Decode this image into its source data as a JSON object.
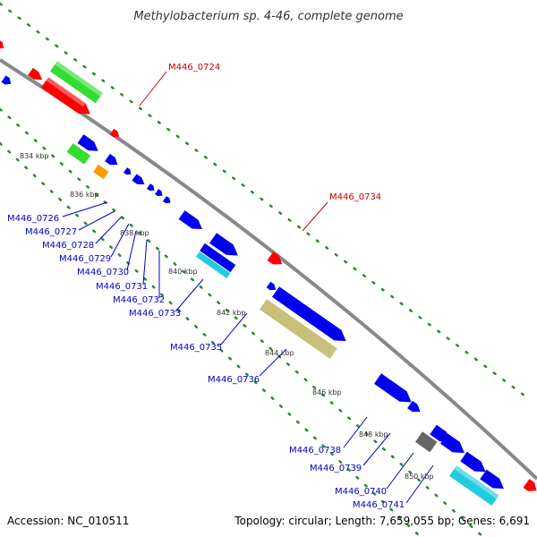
{
  "title": "Methylobacterium sp. 4-46, complete genome",
  "accession_text": "Accession: NC_010511",
  "topology_text": "Topology: circular; Length: 7,659,055 bp; Genes: 6,691",
  "colors": {
    "red": "#ff0000",
    "green": "#33dd33",
    "blue": "#0000ee",
    "orange": "#ff9900",
    "khaki": "#c8c07a",
    "cyan": "#22ccdd",
    "gray": "#666666",
    "backbone": "#888888",
    "dots": "#2a8a2a",
    "label_blue": "#0000cc",
    "label_red": "#cc0000"
  },
  "kbp_ticks": [
    "834 kbp",
    "836 kbp",
    "838 kbp",
    "840 kbp",
    "842 kbp",
    "844 kbp",
    "846 kbp",
    "848 kbp",
    "850 kbp"
  ],
  "gene_labels": [
    {
      "text": "M446_0724",
      "color": "red"
    },
    {
      "text": "M446_0734",
      "color": "red"
    },
    {
      "text": "M446_0726",
      "color": "blue"
    },
    {
      "text": "M446_0727",
      "color": "blue"
    },
    {
      "text": "M446_0728",
      "color": "blue"
    },
    {
      "text": "M446_0729",
      "color": "blue"
    },
    {
      "text": "M446_0730",
      "color": "blue"
    },
    {
      "text": "M446_0731",
      "color": "blue"
    },
    {
      "text": "M446_0732",
      "color": "blue"
    },
    {
      "text": "M446_0733",
      "color": "blue"
    },
    {
      "text": "M446_0735",
      "color": "blue"
    },
    {
      "text": "M446_0736",
      "color": "blue"
    },
    {
      "text": "M446_0738",
      "color": "blue"
    },
    {
      "text": "M446_0739",
      "color": "blue"
    },
    {
      "text": "M446_0740",
      "color": "blue"
    },
    {
      "text": "M446_0741",
      "color": "blue"
    }
  ]
}
